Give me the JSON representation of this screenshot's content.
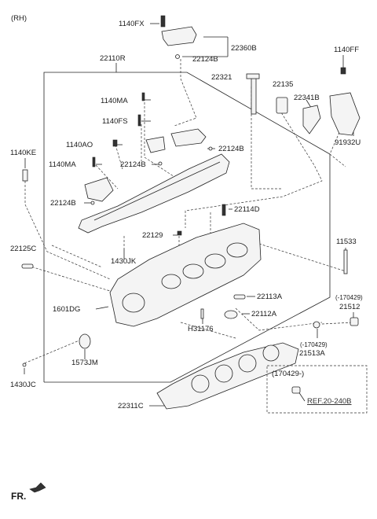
{
  "header": {
    "variant": "(RH)"
  },
  "labels": {
    "p1140FX": "1140FX",
    "p22360B": "22360B",
    "p22124B_top": "22124B",
    "p22110R": "22110R",
    "p1140FF": "1140FF",
    "p22321": "22321",
    "p22135": "22135",
    "p22341B": "22341B",
    "p1140MA_a": "1140MA",
    "p1140FS": "1140FS",
    "p91932U": "91932U",
    "p22124B_mid": "22124B",
    "p1140KE": "1140KE",
    "p1140AO": "1140AO",
    "p1140MA_b": "1140MA",
    "p22124B_left": "22124B",
    "p22124B_lower": "22124B",
    "p22114D": "22114D",
    "p22129": "22129",
    "p11533": "11533",
    "p22125C": "22125C",
    "p1430JK": "1430JK",
    "p22113A": "22113A",
    "p1601DG": "1601DG",
    "p22112A": "22112A",
    "p170429_a": "(-170429)",
    "p21512": "21512",
    "pH31176": "H31176",
    "p170429_b": "(-170429)",
    "p21513A": "21513A",
    "p1573JM": "1573JM",
    "p170429_box": "(170429-)",
    "p1430JC": "1430JC",
    "p22311C": "22311C",
    "pREF": "REF.20-240B"
  },
  "footer": {
    "direction": "FR."
  }
}
